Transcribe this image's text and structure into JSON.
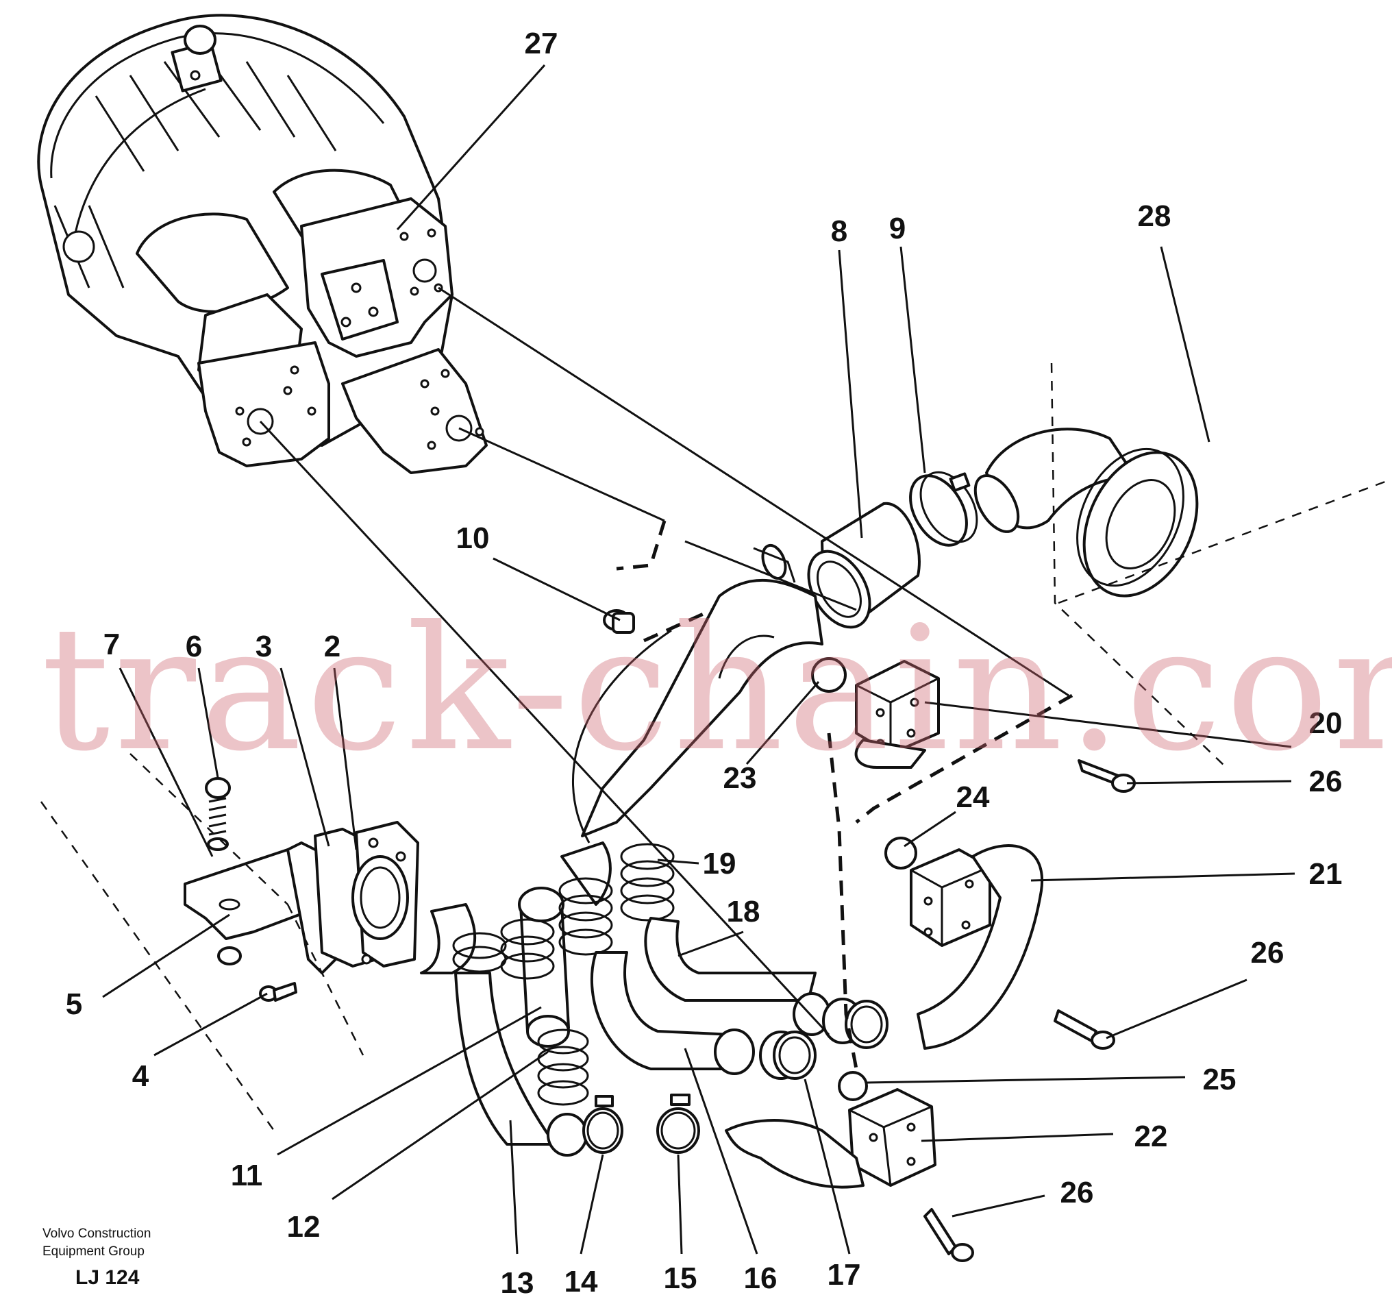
{
  "callouts": [
    "27",
    "28",
    "8",
    "9",
    "10",
    "7",
    "6",
    "3",
    "2",
    "20",
    "23",
    "26",
    "24",
    "19",
    "21",
    "18",
    "26",
    "5",
    "4",
    "25",
    "11",
    "22",
    "12",
    "26",
    "13",
    "14",
    "15",
    "16",
    "17"
  ],
  "footer": {
    "company_line1": "Volvo Construction",
    "company_line2": "Equipment Group",
    "drawing_code": "LJ 124"
  },
  "watermark": "track-chain.com"
}
